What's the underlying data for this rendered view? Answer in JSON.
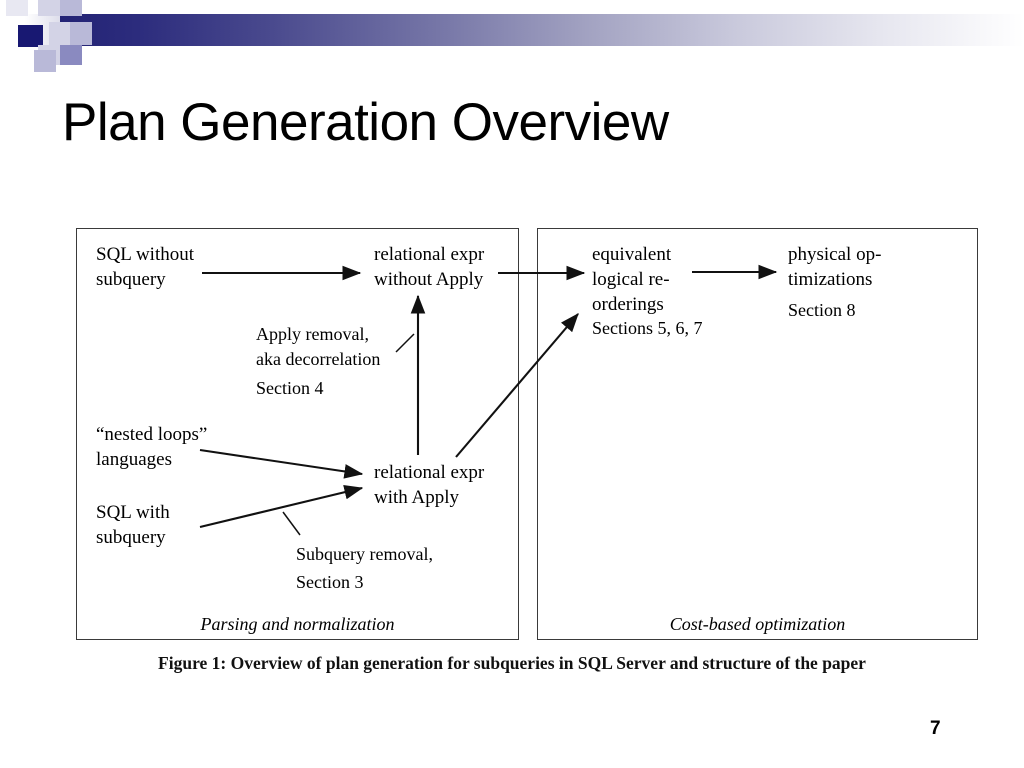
{
  "slide": {
    "title": "Plan Generation Overview",
    "page_number": "7"
  },
  "header": {
    "accent_dark": "#181872",
    "accent_gradient_from": "#232375",
    "accent_gradient_to": "#ffffff"
  },
  "figure": {
    "caption": "Figure 1: Overview of plan generation for subqueries in SQL Server and structure of the paper",
    "panels": [
      {
        "id": "parsing",
        "caption": "Parsing and normalization",
        "nodes": [
          {
            "id": "sql-without-subquery",
            "text": "SQL without\nsubquery"
          },
          {
            "id": "relational-expr-without-apply",
            "text": "relational expr\nwithout Apply"
          },
          {
            "id": "nested-loops-languages",
            "text": "“nested loops”\nlanguages"
          },
          {
            "id": "sql-with-subquery",
            "text": "SQL with\nsubquery"
          },
          {
            "id": "relational-expr-with-apply",
            "text": "relational expr\nwith Apply"
          }
        ],
        "annotations": [
          {
            "id": "apply-removal",
            "text": "Apply removal,\naka decorrelation",
            "section": "Section 4"
          },
          {
            "id": "subquery-removal",
            "text": "Subquery removal,",
            "section": "Section 3"
          }
        ]
      },
      {
        "id": "cost-based",
        "caption": "Cost-based optimization",
        "nodes": [
          {
            "id": "equivalent-logical-reorderings",
            "text": "equivalent\nlogical re-\norderings",
            "section": "Sections 5, 6, 7"
          },
          {
            "id": "physical-optimizations",
            "text": "physical op-\ntimizations",
            "section": "Section 8"
          }
        ],
        "annotations": []
      }
    ]
  }
}
